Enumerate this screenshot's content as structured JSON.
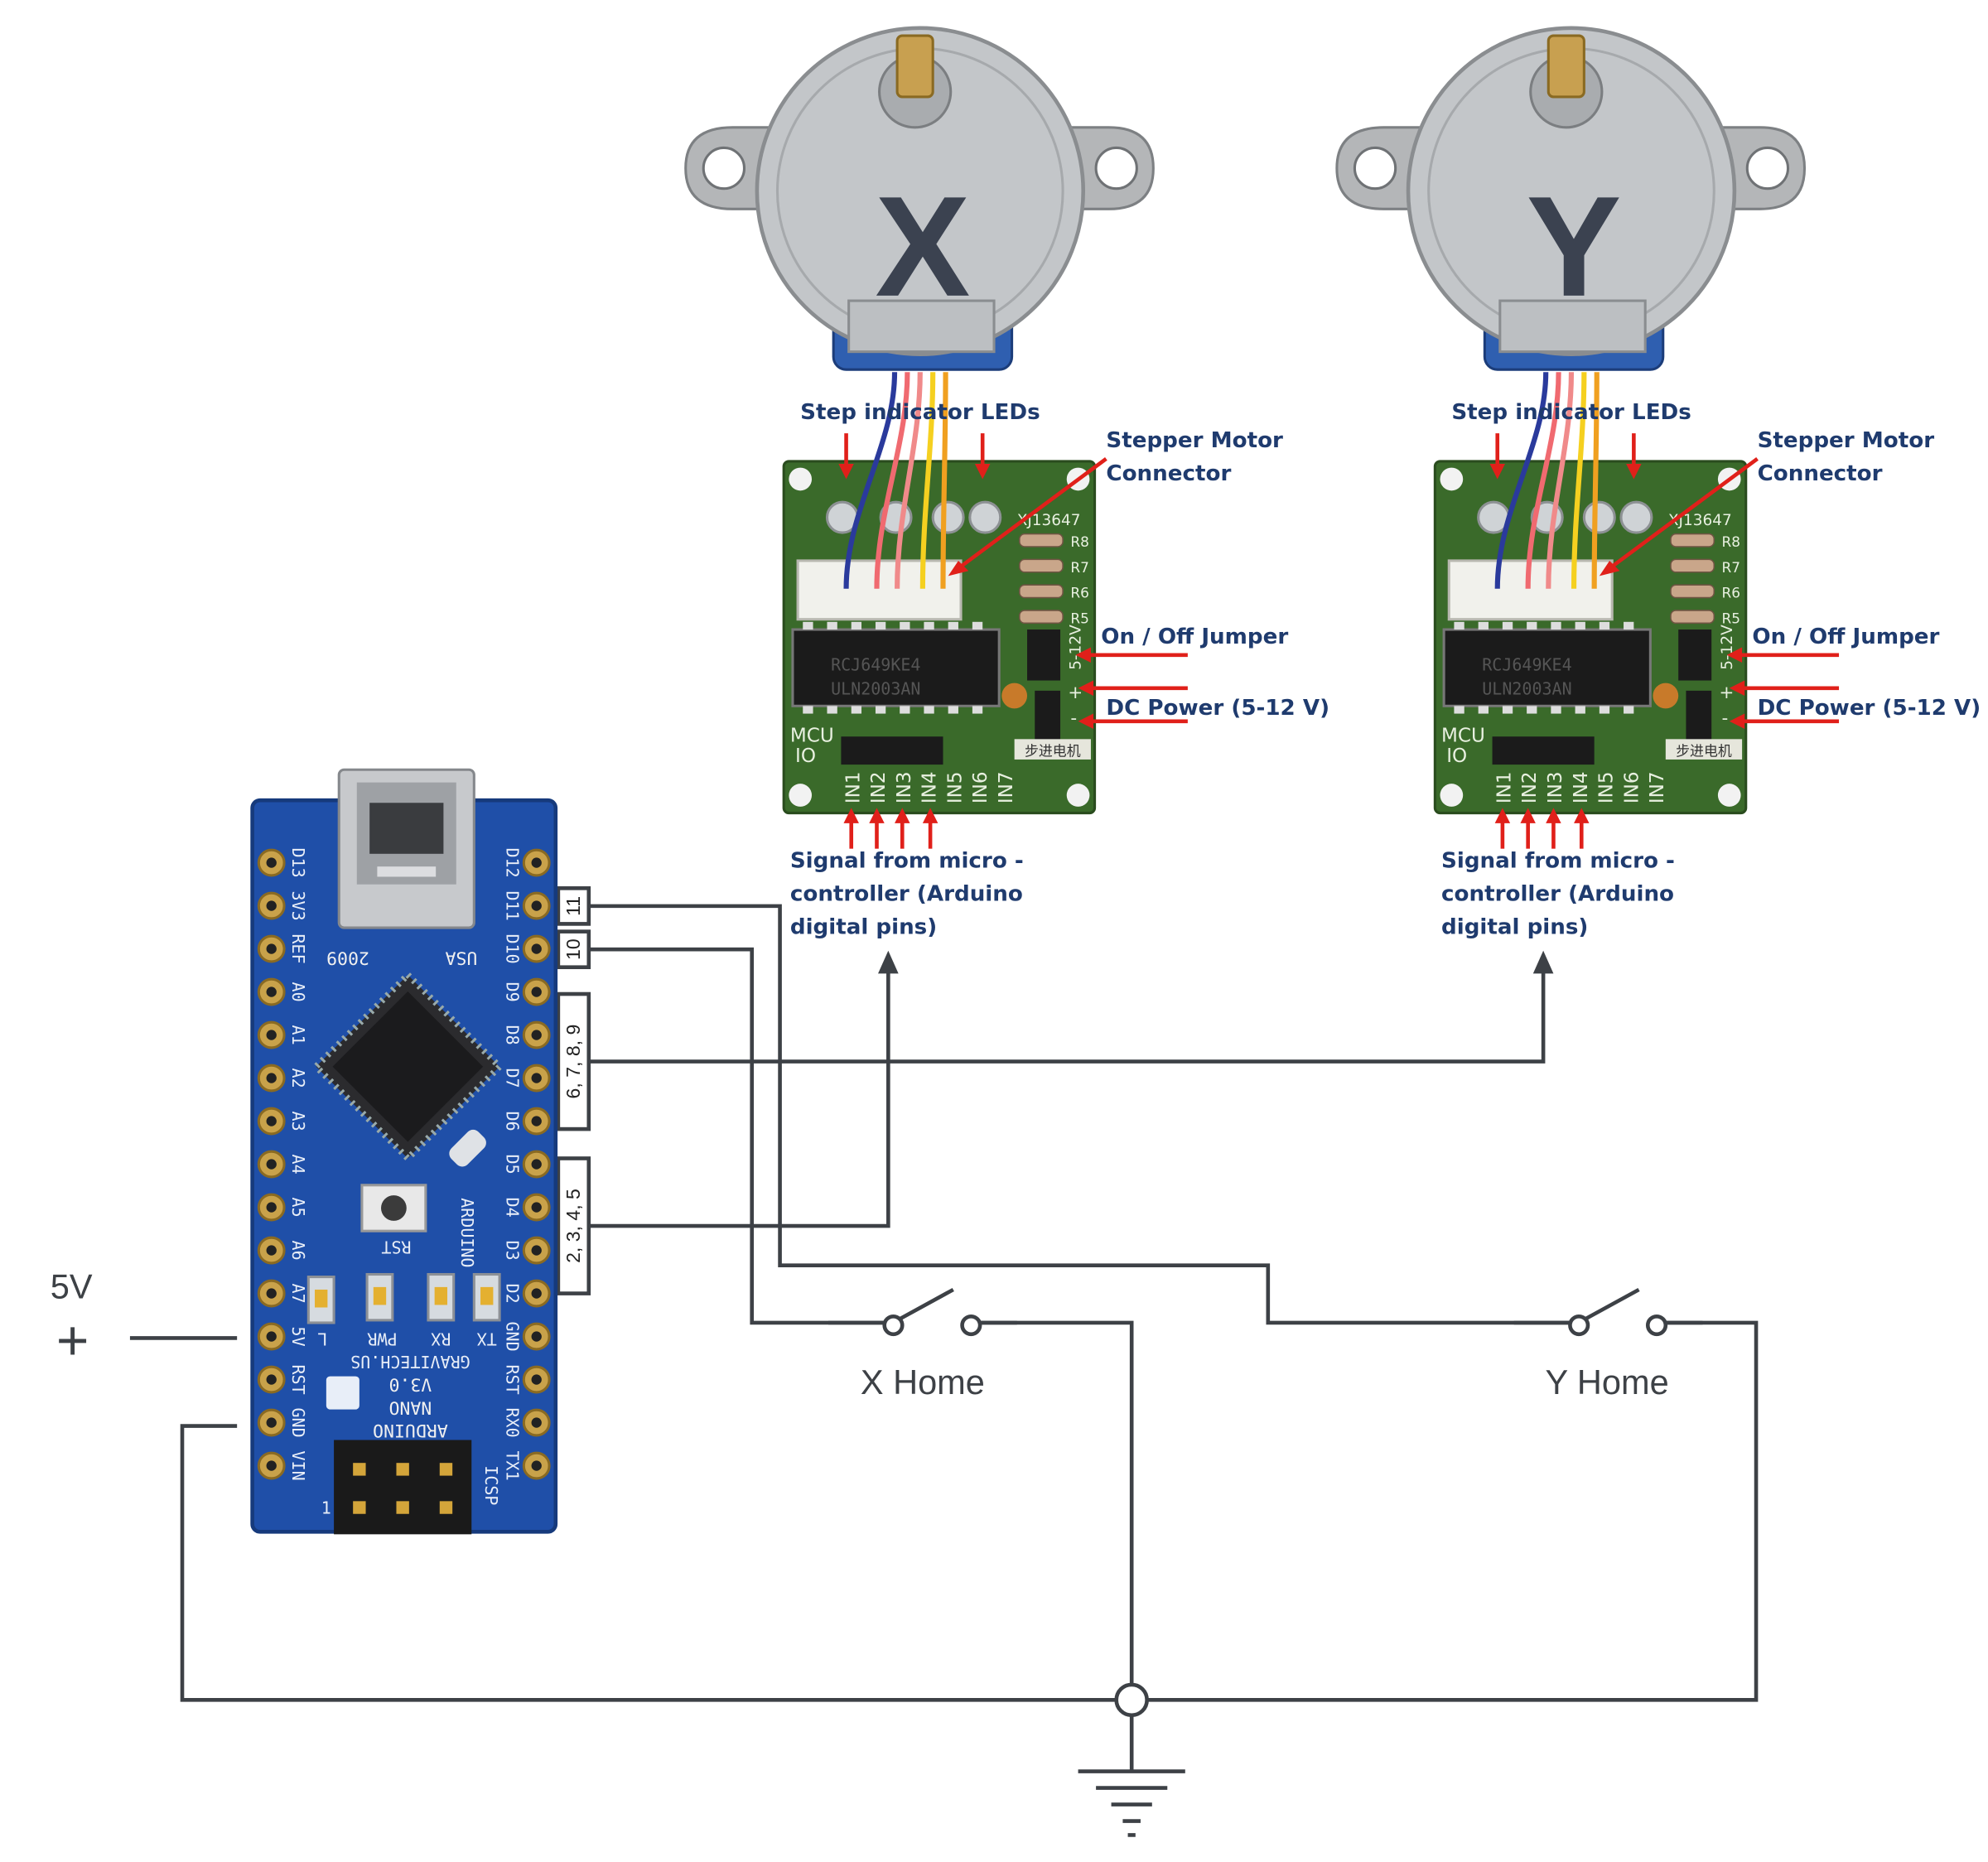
{
  "motors": [
    {
      "letter": "X",
      "callouts": {
        "leds": "Step indicator LEDs",
        "connector_1": "Stepper Motor",
        "connector_2": "Connector",
        "jumper": "On / Off Jumper",
        "power": "DC Power (5-12 V)",
        "signal_1": "Signal from micro -",
        "signal_2": "controller (Arduino",
        "signal_3": "digital pins)"
      },
      "board": {
        "part": "XJ13647",
        "chip_line1": "RCJ649KE4",
        "chip_line2": "ULN2003AN",
        "mcu": "MCU",
        "io": "IO",
        "chinese": "步进电机",
        "inputs": [
          "IN1",
          "IN2",
          "IN3",
          "IN4",
          "IN5",
          "IN6",
          "IN7"
        ],
        "resistors": [
          "R8",
          "R7",
          "R6",
          "R5"
        ],
        "power_pins": [
          "5-12V",
          "+",
          "-"
        ]
      }
    },
    {
      "letter": "Y",
      "callouts": {
        "leds": "Step indicator LEDs",
        "connector_1": "Stepper Motor",
        "connector_2": "Connector",
        "jumper": "On / Off Jumper",
        "power": "DC Power (5-12 V)",
        "signal_1": "Signal from micro -",
        "signal_2": "controller (Arduino",
        "signal_3": "digital pins)"
      },
      "board": {
        "part": "XJ13647",
        "chip_line1": "RCJ649KE4",
        "chip_line2": "ULN2003AN",
        "mcu": "MCU",
        "io": "IO",
        "chinese": "步进电机",
        "inputs": [
          "IN1",
          "IN2",
          "IN3",
          "IN4",
          "IN5",
          "IN6",
          "IN7"
        ],
        "resistors": [
          "R8",
          "R7",
          "R6",
          "R5"
        ],
        "power_pins": [
          "5-12V",
          "+",
          "-"
        ]
      }
    }
  ],
  "arduino": {
    "left_pins": [
      "D13",
      "3V3",
      "REF",
      "A0",
      "A1",
      "A2",
      "A3",
      "A4",
      "A5",
      "A6",
      "A7",
      "5V",
      "RST",
      "GND",
      "VIN"
    ],
    "right_pins": [
      "D12",
      "D11",
      "D10",
      "D9",
      "D8",
      "D7",
      "D6",
      "D5",
      "D4",
      "D3",
      "D2",
      "GND",
      "RST",
      "RX0",
      "TX1"
    ],
    "text_2009": "2009",
    "text_usa": "USA",
    "rst": "RST",
    "leds": [
      "L",
      "PWR",
      "RX",
      "TX"
    ],
    "maker": "GRAVITECH.US",
    "version": "V3.0",
    "nano": "NANO",
    "name": "ARDUINO",
    "icsp": "ICSP",
    "one": "1"
  },
  "pin_labels": {
    "p11": "11",
    "p10": "10",
    "p6789": "6, 7, 8, 9",
    "p2345": "2, 3, 4, 5"
  },
  "power": {
    "voltage": "5V",
    "plus": "+"
  },
  "switches": {
    "x_home": "X Home",
    "y_home": "Y Home"
  },
  "colors": {
    "wire": "#3d4146",
    "callout_text": "#1f3b6e",
    "arrow": "#e0201a",
    "pcb_green": "#3a6a2a",
    "arduino_blue": "#1f4fa8"
  }
}
